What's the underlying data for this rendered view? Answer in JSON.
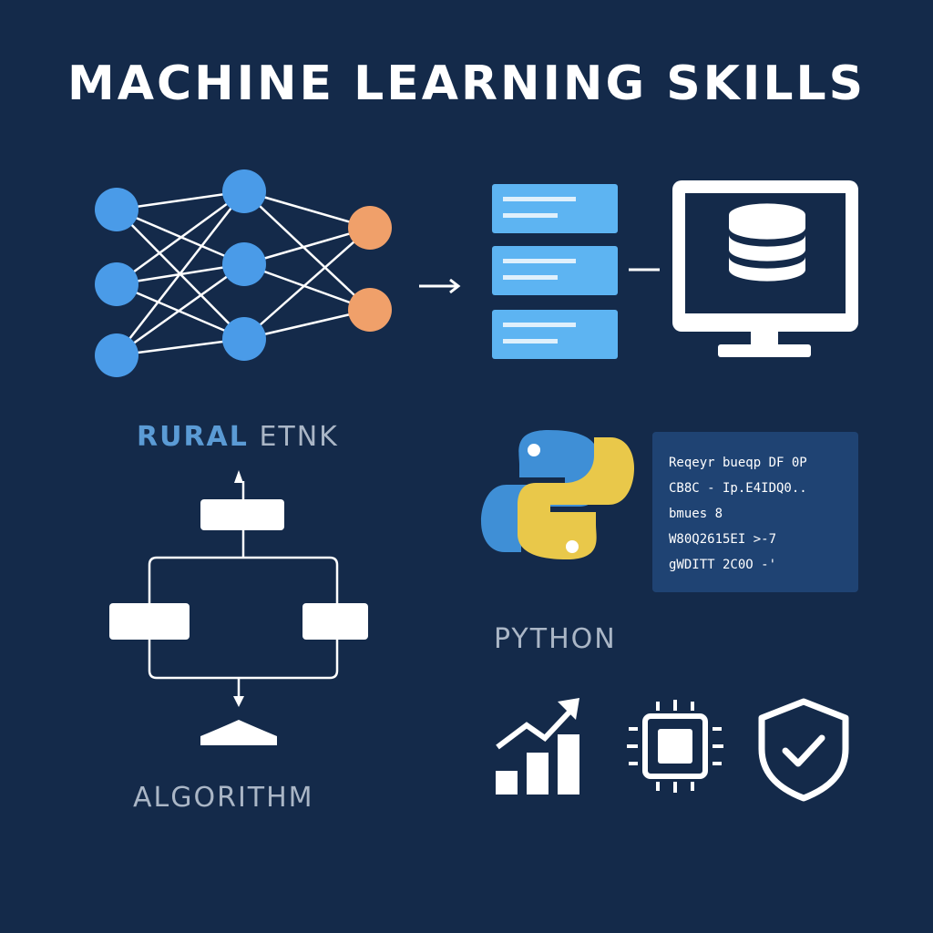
{
  "title": "MACHINE LEARNING SKILLS",
  "labels": {
    "neural_network_part1": "RURAL",
    "neural_network_part2": " ETNK",
    "algorithm": "ALGORITHM",
    "python": "PYTHON"
  },
  "code_lines": [
    "Reqeyr bueqp DF 0P",
    "CB8C - Ip.E4IDQ0..",
    "bmues 8",
    "W80Q2615EI >-7",
    "gWDITT 2C0O -'"
  ],
  "icons": [
    "neural-network-icon",
    "arrow-right-icon",
    "data-list-icon",
    "monitor-database-icon",
    "flowchart-icon",
    "python-logo-icon",
    "growth-chart-icon",
    "cpu-chip-icon",
    "shield-check-icon"
  ],
  "colors": {
    "background": "#142a4a",
    "node_blue": "#4a9be8",
    "node_orange": "#f0a06a",
    "data_bar": "#5db4f2",
    "python_blue": "#3f8fd6",
    "python_yellow": "#e9c84a",
    "code_box": "#1f4373"
  }
}
